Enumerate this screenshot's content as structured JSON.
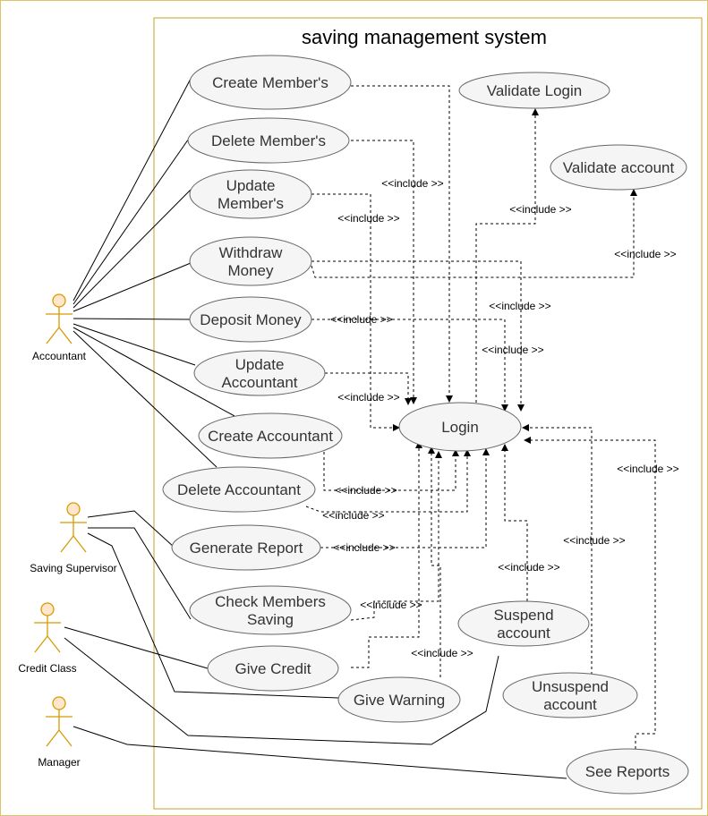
{
  "system": {
    "title": "saving management system"
  },
  "colors": {
    "frame": "#c9a227",
    "page_border": "#e0c16a",
    "actor_fill": "#ffe6cc",
    "actor_stroke": "#d79b00",
    "usecase_fill": "#f5f5f5",
    "usecase_stroke": "#666666",
    "line": "#000000"
  },
  "actors": [
    {
      "id": "accountant",
      "label": "Accountant"
    },
    {
      "id": "supervisor",
      "label": "Saving Supervisor"
    },
    {
      "id": "credit",
      "label": "Credit Class"
    },
    {
      "id": "manager",
      "label": "Manager"
    }
  ],
  "use_cases": [
    {
      "id": "create-members",
      "lines": [
        "Create Member's"
      ]
    },
    {
      "id": "delete-members",
      "lines": [
        "Delete Member's"
      ]
    },
    {
      "id": "update-members",
      "lines": [
        "Update",
        "Member's"
      ]
    },
    {
      "id": "withdraw-money",
      "lines": [
        "Withdraw",
        "Money"
      ]
    },
    {
      "id": "deposit-money",
      "lines": [
        "Deposit Money"
      ]
    },
    {
      "id": "update-accountant",
      "lines": [
        "Update",
        "Accountant"
      ]
    },
    {
      "id": "create-accountant",
      "lines": [
        "Create Accountant"
      ]
    },
    {
      "id": "delete-accountant",
      "lines": [
        "Delete Accountant"
      ]
    },
    {
      "id": "generate-report",
      "lines": [
        "Generate Report"
      ]
    },
    {
      "id": "check-members-saving",
      "lines": [
        "Check Members",
        "Saving"
      ]
    },
    {
      "id": "give-credit",
      "lines": [
        "Give Credit"
      ]
    },
    {
      "id": "give-warning",
      "lines": [
        "Give Warning"
      ]
    },
    {
      "id": "suspend-account",
      "lines": [
        "Suspend",
        "account"
      ]
    },
    {
      "id": "unsuspend-account",
      "lines": [
        "Unsuspend",
        "account"
      ]
    },
    {
      "id": "see-reports",
      "lines": [
        "See Reports"
      ]
    },
    {
      "id": "login",
      "lines": [
        "Login"
      ]
    },
    {
      "id": "validate-login",
      "lines": [
        "Validate Login"
      ]
    },
    {
      "id": "validate-account",
      "lines": [
        "Validate account"
      ]
    }
  ],
  "include_label": "<<include >>"
}
